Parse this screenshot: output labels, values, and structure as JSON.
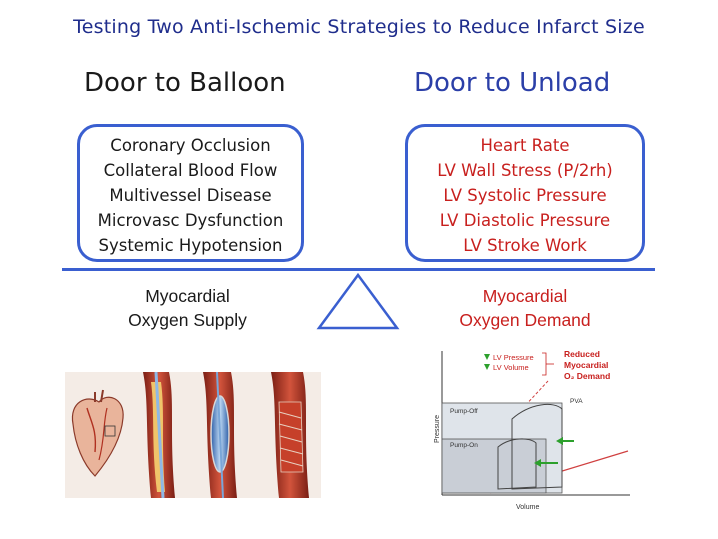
{
  "title": "Testing Two Anti-Ischemic Strategies to Reduce Infarct Size",
  "left": {
    "heading": "Door to Balloon",
    "items": [
      "Coronary Occlusion",
      "Collateral Blood Flow",
      "Multivessel Disease",
      "Microvasc Dysfunction",
      "Systemic Hypotension"
    ],
    "subtitle_line1": "Myocardial",
    "subtitle_line2": "Oxygen Supply"
  },
  "right": {
    "heading": "Door to Unload",
    "items": [
      "Heart Rate",
      "LV Wall Stress (P/2rh)",
      "LV Systolic Pressure",
      "LV Diastolic Pressure",
      "LV Stroke Work"
    ],
    "subtitle_line1": "Myocardial",
    "subtitle_line2": "Oxygen Demand"
  },
  "pv_loop": {
    "legend_pressure": "LV Pressure",
    "legend_volume": "LV Volume",
    "reduced_line1": "Reduced",
    "reduced_line2": "Myocardial",
    "reduced_line3": "O₂ Demand",
    "pva_label": "PVA",
    "pump_off_label": "Pump-Off",
    "pump_on_label": "Pump-On",
    "y_axis_label": "Pressure",
    "x_axis_label": "Volume"
  },
  "colors": {
    "title": "#1f2d8c",
    "accent_blue": "#3a5fd0",
    "demand_red": "#c8201e",
    "green_arrow": "#2ca02c"
  }
}
